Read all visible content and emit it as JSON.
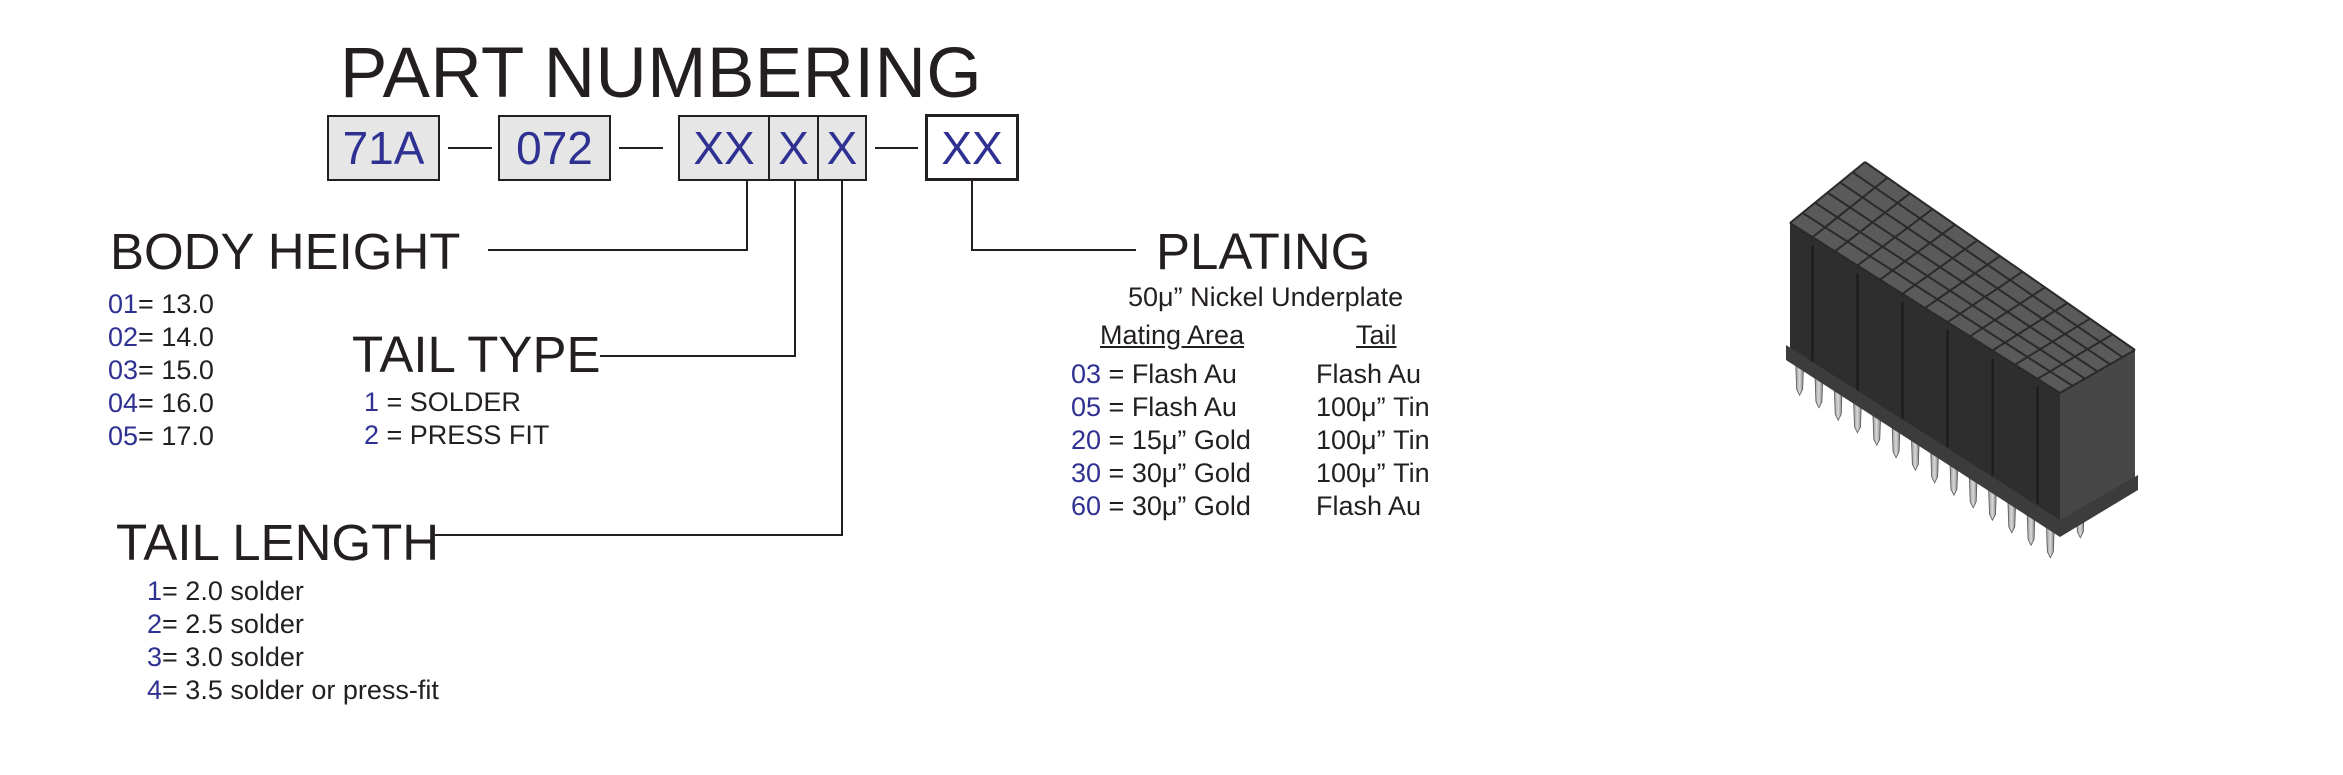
{
  "title": "PART NUMBERING",
  "part_number": {
    "segments": [
      "71A",
      "072",
      "XX",
      "X",
      "X",
      "XX"
    ]
  },
  "body_height": {
    "heading": "BODY HEIGHT",
    "options": [
      {
        "code": "01",
        "text": "= 13.0"
      },
      {
        "code": "02",
        "text": "= 14.0"
      },
      {
        "code": "03",
        "text": "= 15.0"
      },
      {
        "code": "04",
        "text": "= 16.0"
      },
      {
        "code": "05",
        "text": "= 17.0"
      }
    ]
  },
  "tail_type": {
    "heading": "TAIL TYPE",
    "options": [
      {
        "code": "1",
        "text": " = SOLDER"
      },
      {
        "code": "2",
        "text": " = PRESS FIT"
      }
    ]
  },
  "tail_length": {
    "heading": "TAIL LENGTH",
    "options": [
      {
        "code": "1",
        "text": "= 2.0 solder"
      },
      {
        "code": "2",
        "text": "= 2.5 solder"
      },
      {
        "code": "3",
        "text": "= 3.0 solder"
      },
      {
        "code": "4",
        "text": "= 3.5 solder or press-fit"
      }
    ]
  },
  "plating": {
    "heading": "PLATING",
    "subheading": "50μ” Nickel Underplate",
    "col_mating": "Mating Area",
    "col_tail": "Tail",
    "options": [
      {
        "code": "03",
        "mating": " = Flash Au",
        "tail": "Flash Au"
      },
      {
        "code": "05",
        "mating": " = Flash Au",
        "tail": "100μ” Tin"
      },
      {
        "code": "20",
        "mating": " = 15μ” Gold",
        "tail": "100μ” Tin"
      },
      {
        "code": "30",
        "mating": " = 30μ” Gold",
        "tail": "100μ” Tin"
      },
      {
        "code": "60",
        "mating": " = 30μ” Gold",
        "tail": "Flash Au"
      }
    ]
  },
  "colors": {
    "code_blue": "#2e3192",
    "text": "#231f20",
    "box_fill": "#e6e6e7",
    "connector_body": "#3a3a3a"
  }
}
